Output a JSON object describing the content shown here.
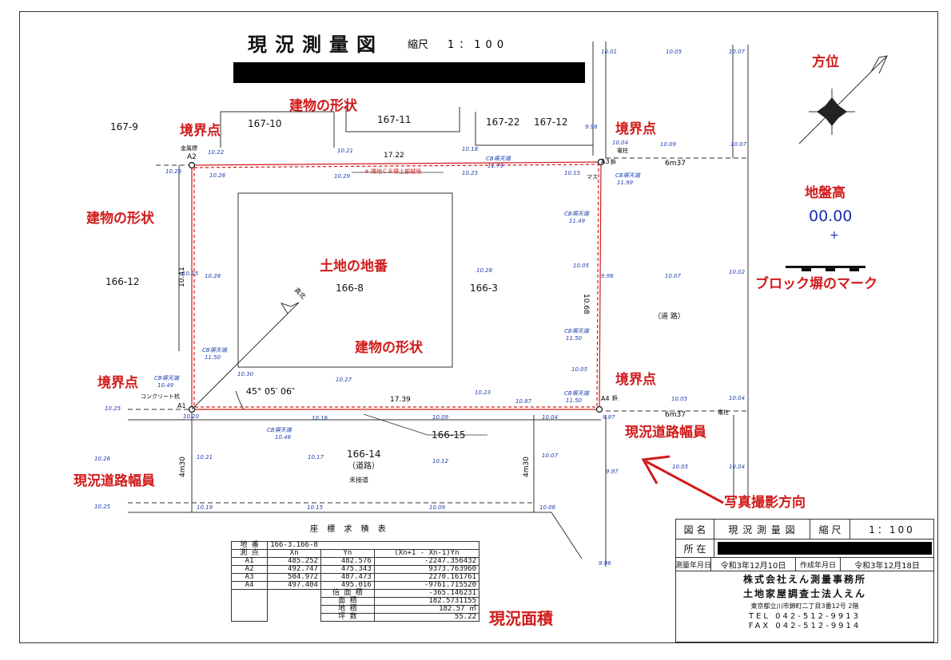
{
  "title": "現況測量図",
  "scale_label": "縮尺",
  "scale_value": "1：100",
  "annotations": {
    "boundary_point_1": "境界点",
    "boundary_point_2": "境界点",
    "boundary_point_3": "境界点",
    "boundary_point_4": "境界点",
    "building_shape_top": "建物の形状",
    "building_shape_left": "建物の形状",
    "building_shape_center": "建物の形状",
    "land_lot_number": "土地の地番",
    "orientation": "方位",
    "ground_height": "地盤高",
    "ground_height_value": "00.00",
    "ground_height_mark": "+",
    "block_wall_mark": "ブロック塀のマーク",
    "road_width_left": "現況道路幅員",
    "road_width_right": "現況道路幅員",
    "photo_direction": "写真撮影方向",
    "current_area": "現況面積"
  },
  "lots": {
    "l167_9": "167-9",
    "l167_10": "167-10",
    "l167_11": "167-11",
    "l167_22": "167-22",
    "l167_12": "167-12",
    "l166_12": "166-12",
    "l166_8": "166-8",
    "l166_3": "166-3",
    "l166_14": "166-14",
    "l166_15": "166-15",
    "road": "（道路）",
    "road_right": "（道 路）",
    "unconnected_road": "未接道"
  },
  "points": {
    "a1": "A1",
    "a2": "A2",
    "a3": "A3",
    "a4": "A4",
    "metal_marker": "金属標",
    "concrete_post": "コンクリート杭",
    "new_1": "鋲",
    "new_2": "鋲",
    "pole_1": "電柱",
    "pole_2": "電柱",
    "manhole": "マス",
    "true_north": "真北",
    "angle": "45° 05′ 06″",
    "neighbor_note": "※ 隣地ＣＢ塀上部越境"
  },
  "dimensions": {
    "top": "17.22",
    "bottom": "17.39",
    "left": "10.41",
    "right": "10.68",
    "road_right_top": "6m37",
    "road_right_bottom": "6m37",
    "road_left": "4m30",
    "road_mid": "4m30"
  },
  "elevations": {
    "e1": "10.01",
    "e2": "10.05",
    "e3": "10.07",
    "e4": "9.98",
    "e5": "10.04",
    "e6": "10.09",
    "e7": "10.07",
    "e8": "10.22",
    "e9": "10.21",
    "e10": "10.18",
    "e11": "10.26",
    "e12": "10.26",
    "e13": "10.29",
    "e14": "10.25",
    "e15": "10.15",
    "e16": "10.25",
    "e17": "10.28",
    "e18": "10.28",
    "e19": "10.05",
    "e20": "9.98",
    "e21": "10.07",
    "e22": "10.02",
    "e23": "10.30",
    "e24": "10.27",
    "e25": "10.23",
    "e26": "10.05",
    "e27": "10.05",
    "e28": "10.04",
    "e29": "10.25",
    "e30": "10.20",
    "e31": "10.16",
    "e32": "10.09",
    "e33": "10.04",
    "e34": "9.97",
    "e35": "10.26",
    "e36": "10.21",
    "e37": "10.17",
    "e38": "10.12",
    "e39": "10.07",
    "e40": "10.05",
    "e41": "10.04",
    "e42": "9.97",
    "e43": "10.25",
    "e44": "10.19",
    "e45": "10.15",
    "e46": "10.09",
    "e47": "10.06",
    "e48": "9.96",
    "e49": "10.87",
    "cb1_label": "CB塀天端",
    "cb1_value": "11.79",
    "cb2_label": "CB塀天端",
    "cb2_value": "11.99",
    "cb3_label": "CB塀天端",
    "cb3_value": "11.49",
    "cb4_label": "CB塀天端",
    "cb4_value": "11.50",
    "cb5_label": "CB塀天端",
    "cb5_value": "11.50",
    "cb6_label": "CB塀天端",
    "cb6_value": "11.50",
    "cb7_label": "CB塀天端",
    "cb7_value": "10.49",
    "cb8_label": "CB塀天端",
    "cb8_value": "10.48"
  },
  "coord_table": {
    "title": "座 標 求 積 表",
    "lot_label": "地 番",
    "lot_value": "166-3.166-8",
    "headers": [
      "測 点",
      "Xn",
      "Yn",
      "(Xn+1 - Xn-1)Yn"
    ],
    "rows": [
      [
        "A1",
        "485.252",
        "482.576",
        "-2247.356432"
      ],
      [
        "A2",
        "492.747",
        "475.343",
        "9373.763960"
      ],
      [
        "A3",
        "504.972",
        "487.473",
        "2270.161761"
      ],
      [
        "A4",
        "497.404",
        "495.016",
        "-9761.715520"
      ]
    ],
    "summary": [
      [
        "倍 面 積",
        "-365.146231"
      ],
      [
        "面 積",
        "182.5731155"
      ],
      [
        "地 積",
        "182.57 ㎡"
      ],
      [
        "坪 数",
        "55.22"
      ]
    ]
  },
  "title_block": {
    "name_label": "図 名",
    "name_value": "現 況 測 量 図",
    "scale_label": "縮 尺",
    "scale_value": "1：100",
    "location_label": "所 在",
    "survey_date_label": "測量年月日",
    "survey_date_value": "令和3年12月10日",
    "created_date_label": "作成年月日",
    "created_date_value": "令和3年12月18日",
    "company_1": "株式会社えん測量事務所",
    "company_2": "土地家屋調査士法人えん",
    "address": "東京都立川市錦町二丁目3番12号 2階",
    "tel": "TEL 042-512-9913",
    "fax": "FAX 042-512-9914"
  }
}
